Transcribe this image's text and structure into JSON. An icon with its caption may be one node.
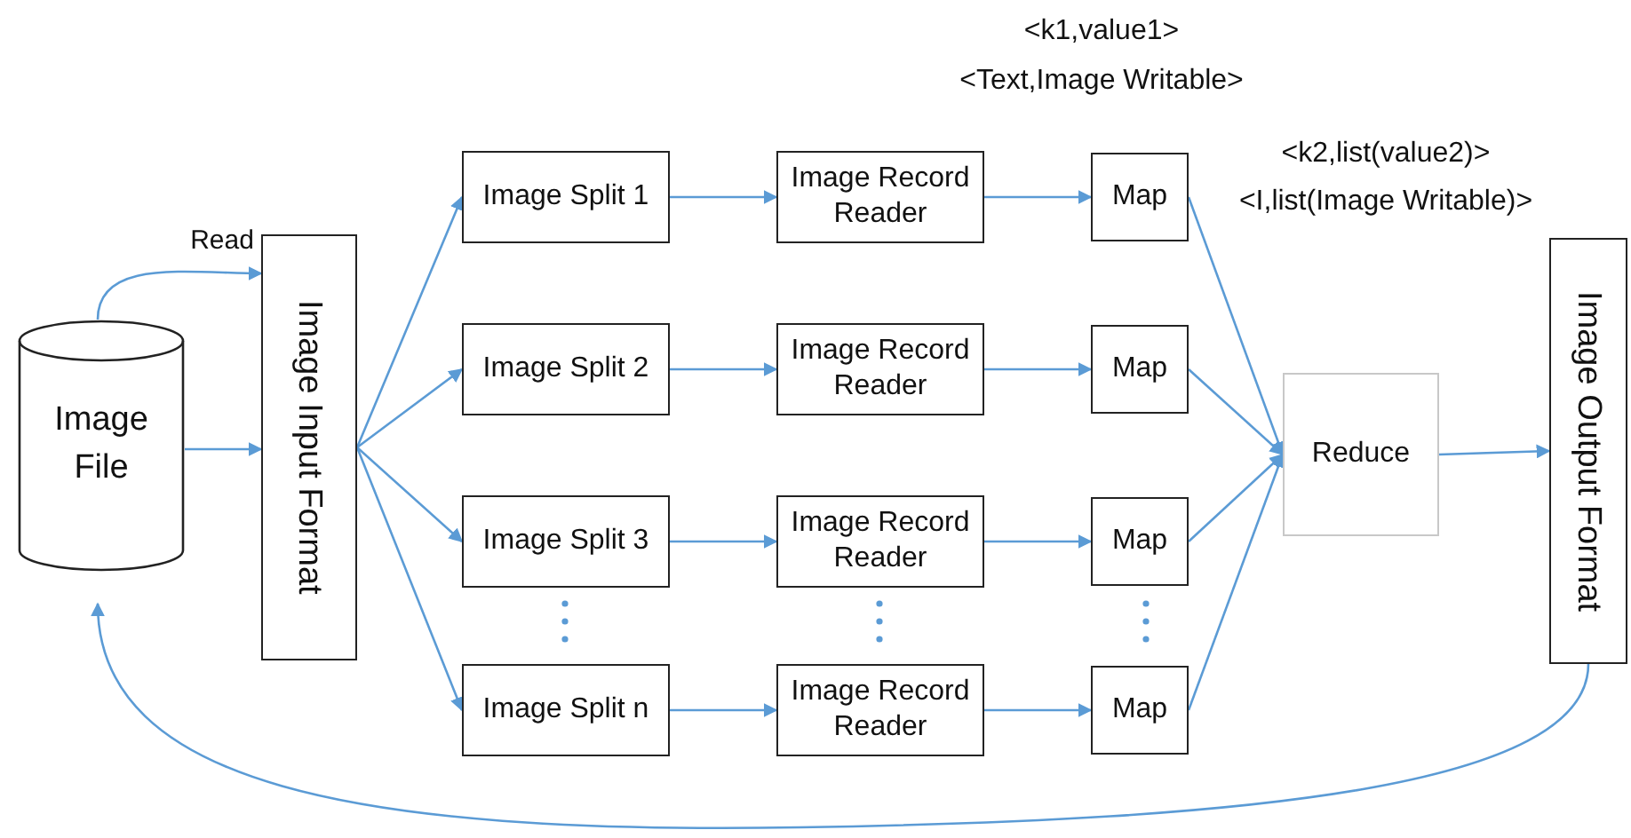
{
  "diagram": {
    "nodes": [
      {
        "text": [
          "Image File"
        ]
      },
      {
        "text": [
          "Image Input Format"
        ]
      },
      {
        "text": [
          "Image Split 1"
        ]
      },
      {
        "text": [
          "Image Split 2"
        ]
      },
      {
        "text": [
          "Image Split 3"
        ]
      },
      {
        "text": [
          "Image Split n"
        ]
      },
      {
        "text": [
          "Image Record Reader"
        ]
      },
      {
        "text": [
          "Image Record Reader"
        ]
      },
      {
        "text": [
          "Image Record Reader"
        ]
      },
      {
        "text": [
          "Image Record Reader"
        ]
      },
      {
        "text": [
          "Map"
        ]
      },
      {
        "text": [
          "Map"
        ]
      },
      {
        "text": [
          "Map"
        ]
      },
      {
        "text": [
          "Map"
        ]
      },
      {
        "text": [
          "Reduce"
        ]
      },
      {
        "text": [
          "Image Output Format"
        ]
      }
    ],
    "edges": [
      {
        "from": 0,
        "to": 1,
        "arrow": "to",
        "label": "Read"
      },
      {
        "from": 0,
        "to": 1,
        "arrow": "to"
      },
      {
        "from": 1,
        "to": 2,
        "arrow": "to"
      },
      {
        "from": 1,
        "to": 3,
        "arrow": "to"
      },
      {
        "from": 1,
        "to": 4,
        "arrow": "to"
      },
      {
        "from": 1,
        "to": 5,
        "arrow": "to"
      },
      {
        "from": 2,
        "to": 6,
        "arrow": "to"
      },
      {
        "from": 3,
        "to": 7,
        "arrow": "to"
      },
      {
        "from": 4,
        "to": 8,
        "arrow": "to"
      },
      {
        "from": 5,
        "to": 9,
        "arrow": "to"
      },
      {
        "from": 6,
        "to": 10,
        "arrow": "to"
      },
      {
        "from": 7,
        "to": 11,
        "arrow": "to"
      },
      {
        "from": 8,
        "to": 12,
        "arrow": "to"
      },
      {
        "from": 9,
        "to": 13,
        "arrow": "to"
      },
      {
        "from": 10,
        "to": 14,
        "arrow": "to"
      },
      {
        "from": 11,
        "to": 14,
        "arrow": "to"
      },
      {
        "from": 12,
        "to": 14,
        "arrow": "to"
      },
      {
        "from": 13,
        "to": 14,
        "arrow": "to"
      },
      {
        "from": 14,
        "to": 15,
        "arrow": "to"
      },
      {
        "from": 15,
        "to": 0,
        "arrow": "to"
      }
    ],
    "labels": [
      "<k1,value1>",
      "<Text,Image Writable>",
      "<k2,list(value2)>",
      "<I,list(Image Writable)>"
    ]
  }
}
